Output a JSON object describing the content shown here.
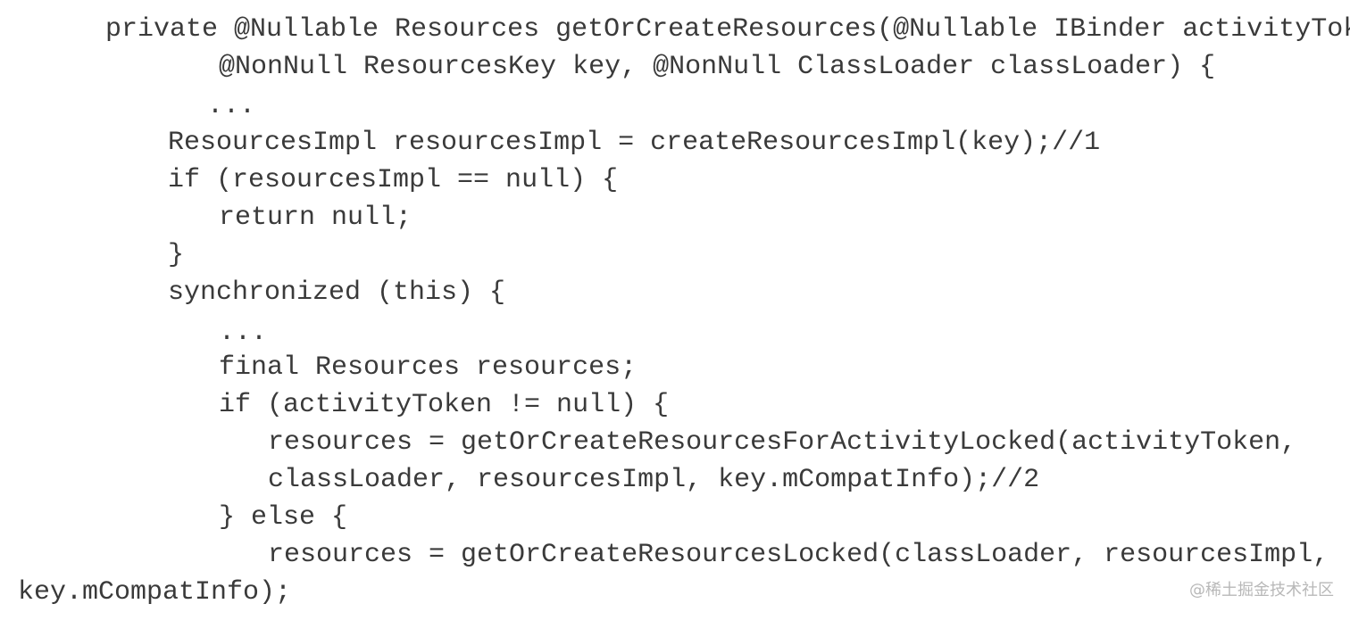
{
  "code": {
    "lines": [
      "private @Nullable Resources getOrCreateResources(@Nullable IBinder activityToken,",
      "@NonNull ResourcesKey key, @NonNull ClassLoader classLoader) {",
      "...",
      "ResourcesImpl resourcesImpl = createResourcesImpl(key);//1",
      "if (resourcesImpl == null) {",
      "return null;",
      "}",
      "synchronized (this) {",
      "...",
      "final Resources resources;",
      "if (activityToken != null) {",
      "resources = getOrCreateResourcesForActivityLocked(activityToken,",
      "classLoader, resourcesImpl, key.mCompatInfo);//2",
      "} else {",
      "resources = getOrCreateResourcesLocked(classLoader, resourcesImpl,",
      "key.mCompatInfo);"
    ]
  },
  "watermark": {
    "text": "@稀土掘金技术社区"
  },
  "colors": {
    "background": "#ffffff",
    "code_text": "#3a3a3a",
    "watermark_text": "#b8b8b8"
  }
}
